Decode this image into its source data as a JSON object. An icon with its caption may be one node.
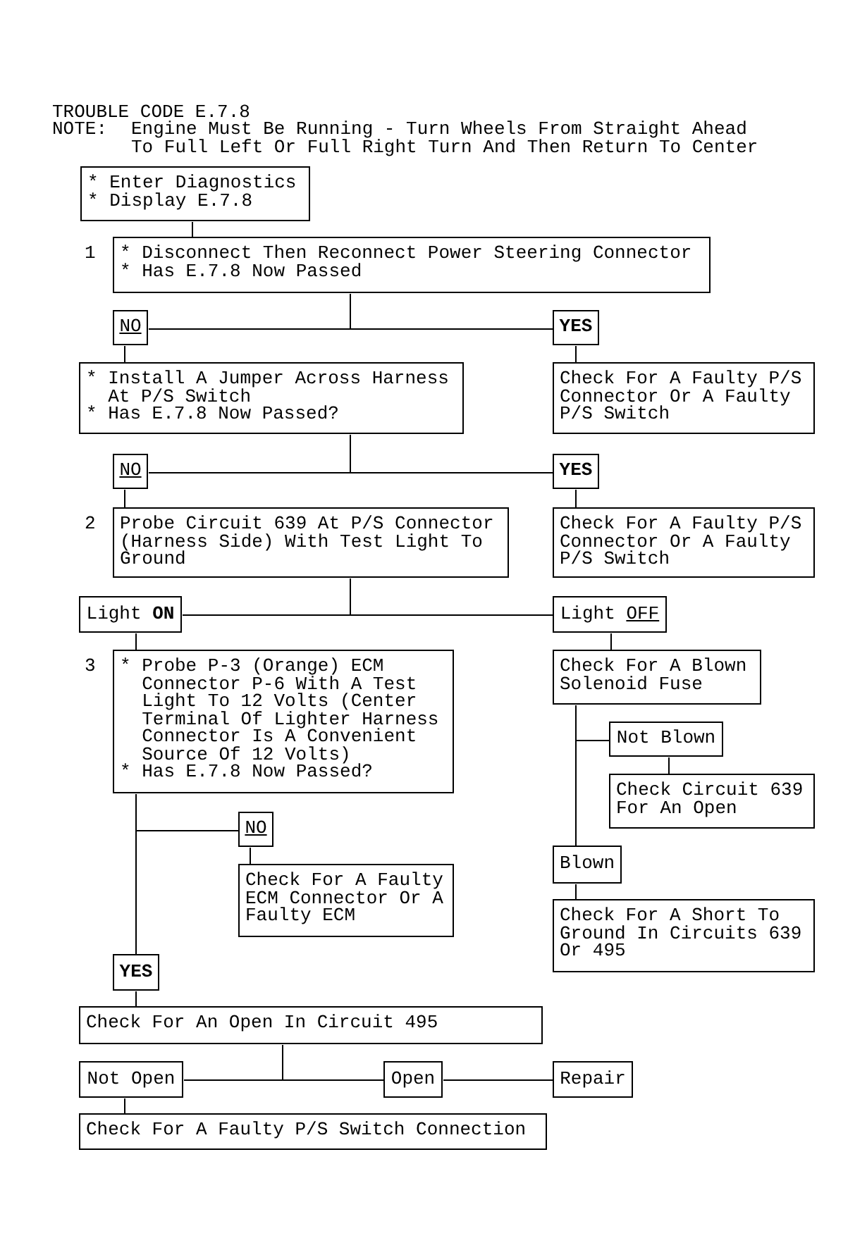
{
  "diagram": {
    "title": "TROUBLE CODE E.7.8",
    "nodes": [
      {
        "text": [
          "* Enter Diagnostics",
          "* Display E.7.8"
        ]
      },
      {
        "text": [
          "* Disconnect Then Reconnect Power Steering Connector",
          "* Has E.7.8 Now Passed"
        ],
        "beside": [
          "1"
        ]
      },
      {
        "text": [
          "NO"
        ]
      },
      {
        "text": [
          "YES"
        ]
      },
      {
        "text": [
          "* Install A Jumper Across Harness At P/S Switch",
          "* Has E.7.8 Now Passed?"
        ]
      },
      {
        "text": [
          "Check For A Faulty P/S Connector Or A Faulty P/S Switch"
        ]
      },
      {
        "text": [
          "NO"
        ]
      },
      {
        "text": [
          "YES"
        ]
      },
      {
        "text": [
          "Probe Circuit 639 At P/S Connector (Harness Side) With Test Light To Ground"
        ],
        "beside": [
          "2"
        ]
      },
      {
        "text": [
          "Check For A Faulty P/S Connector Or A Faulty P/S Switch"
        ]
      },
      {
        "text": [
          "Light **ON**"
        ]
      },
      {
        "text": [
          "Light OFF"
        ]
      },
      {
        "text": [
          "* Probe P-3 (Orange) ECM Connector P-6 With A Test Light To 12 Volts (Center Terminal Of Lighter Harness Connector Is A Convenient Source Of 12 Volts)",
          "* Has E.7.8 Now Passed?"
        ],
        "beside": [
          "3"
        ]
      },
      {
        "text": [
          "Check For A Blown Solenoid Fuse"
        ]
      },
      {
        "text": [
          "NO"
        ]
      },
      {
        "text": [
          "Check For A Faulty ECM Connector Or A Faulty ECM"
        ]
      },
      {
        "text": [
          "YES"
        ]
      },
      {
        "text": [
          "Not Blown"
        ]
      },
      {
        "text": [
          "Check Circuit 639 For An Open"
        ]
      },
      {
        "text": [
          "Blown"
        ]
      },
      {
        "text": [
          "Check For A Short To Ground In Circuits 639 Or 495"
        ]
      },
      {
        "text": [
          "Check For An Open In Circuit 495"
        ]
      },
      {
        "text": [
          "Not Open"
        ]
      },
      {
        "text": [
          "Open"
        ]
      },
      {
        "text": [
          "Repair"
        ]
      },
      {
        "text": [
          "Check For A Faulty P/S Switch Connection"
        ]
      }
    ],
    "edges": [
      {
        "from": 0,
        "to": 1,
        "arrow": "none"
      },
      {
        "from": 1,
        "to": 2,
        "arrow": "none"
      },
      {
        "from": 1,
        "to": 3,
        "arrow": "none"
      },
      {
        "from": 2,
        "to": 4,
        "arrow": "none"
      },
      {
        "from": 3,
        "to": 5,
        "arrow": "none"
      },
      {
        "from": 4,
        "to": 6,
        "arrow": "none"
      },
      {
        "from": 4,
        "to": 7,
        "arrow": "none"
      },
      {
        "from": 6,
        "to": 8,
        "arrow": "none"
      },
      {
        "from": 7,
        "to": 9,
        "arrow": "none"
      },
      {
        "from": 8,
        "to": 10,
        "arrow": "none"
      },
      {
        "from": 8,
        "to": 11,
        "arrow": "none"
      },
      {
        "from": 10,
        "to": 12,
        "arrow": "none"
      },
      {
        "from": 11,
        "to": 13,
        "arrow": "none"
      },
      {
        "from": 12,
        "to": 14,
        "arrow": "none"
      },
      {
        "from": 12,
        "to": 16,
        "arrow": "none"
      },
      {
        "from": 14,
        "to": 15,
        "arrow": "none"
      },
      {
        "from": 13,
        "to": 17,
        "arrow": "none"
      },
      {
        "from": 13,
        "to": 19,
        "arrow": "none"
      },
      {
        "from": 17,
        "to": 18,
        "arrow": "none"
      },
      {
        "from": 19,
        "to": 20,
        "arrow": "none"
      },
      {
        "from": 16,
        "to": 21,
        "arrow": "none"
      },
      {
        "from": 21,
        "to": 22,
        "arrow": "none"
      },
      {
        "from": 21,
        "to": 23,
        "arrow": "none"
      },
      {
        "from": 23,
        "to": 24,
        "arrow": "none"
      },
      {
        "from": 22,
        "to": 25,
        "arrow": "none"
      }
    ],
    "labels": [
      "NOTE:",
      "Engine Must Be Running - Turn Wheels From Straight Ahead To Full Left Or Full Right Turn And Then Return To Center"
    ]
  }
}
